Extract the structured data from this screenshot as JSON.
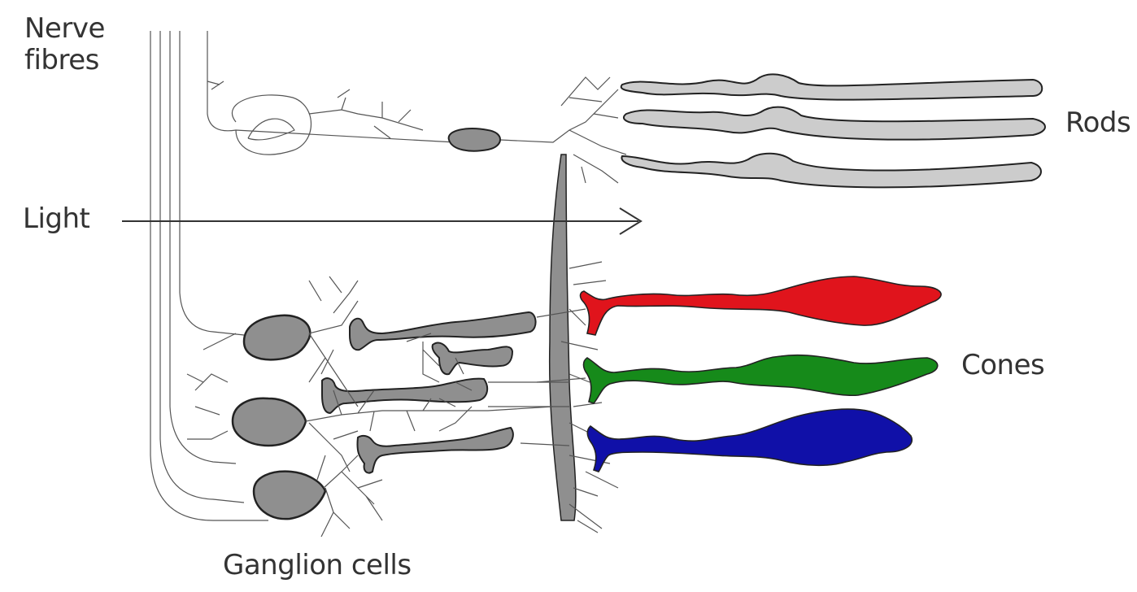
{
  "labels": {
    "nerve_fibres_line1": "Nerve",
    "nerve_fibres_line2": "fibres",
    "light": "Light",
    "rods": "Rods",
    "cones": "Cones",
    "ganglion_cells": "Ganglion cells"
  },
  "colors": {
    "cone_red": "#e0141c",
    "cone_green": "#168a1a",
    "cone_blue": "#1010a8",
    "rod_fill": "#cccccc",
    "cell_fill": "#8f8f8f",
    "outline": "#222222"
  },
  "icons": {
    "light_arrow": "arrow-right-icon"
  }
}
